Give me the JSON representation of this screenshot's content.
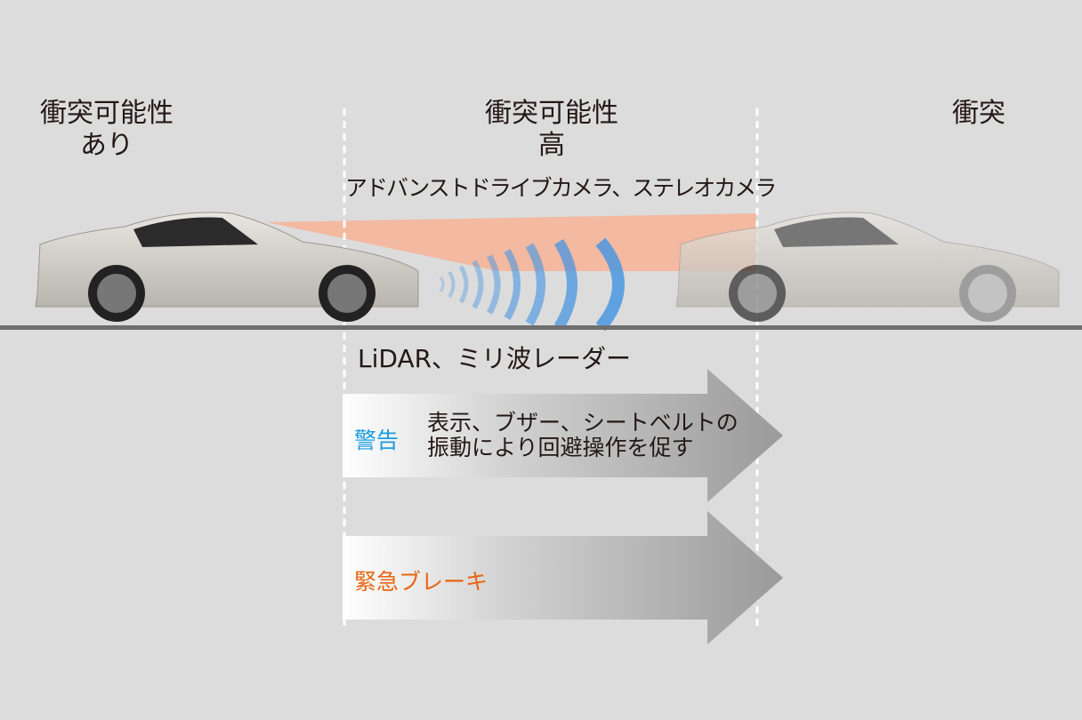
{
  "stages": {
    "possible": {
      "line1": "衝突可能性",
      "line2": "あり"
    },
    "high": {
      "line1": "衝突可能性",
      "line2": "高"
    },
    "collision": {
      "line1": "衝突"
    }
  },
  "sensors": {
    "camera": "アドバンストドライブカメラ、ステレオカメラ",
    "lidar": "LiDAR、ミリ波レーダー"
  },
  "actions": {
    "warning": {
      "title": "警告",
      "desc_line1": "表示、ブザー、シートベルトの",
      "desc_line2": "振動により回避操作を促す"
    },
    "brake": {
      "title": "緊急ブレーキ"
    }
  },
  "colors": {
    "warning": "#1a9de0",
    "brake": "#e8650f",
    "camera_beam": "#f5b59a",
    "radar_wave": "#3f8fe0"
  }
}
